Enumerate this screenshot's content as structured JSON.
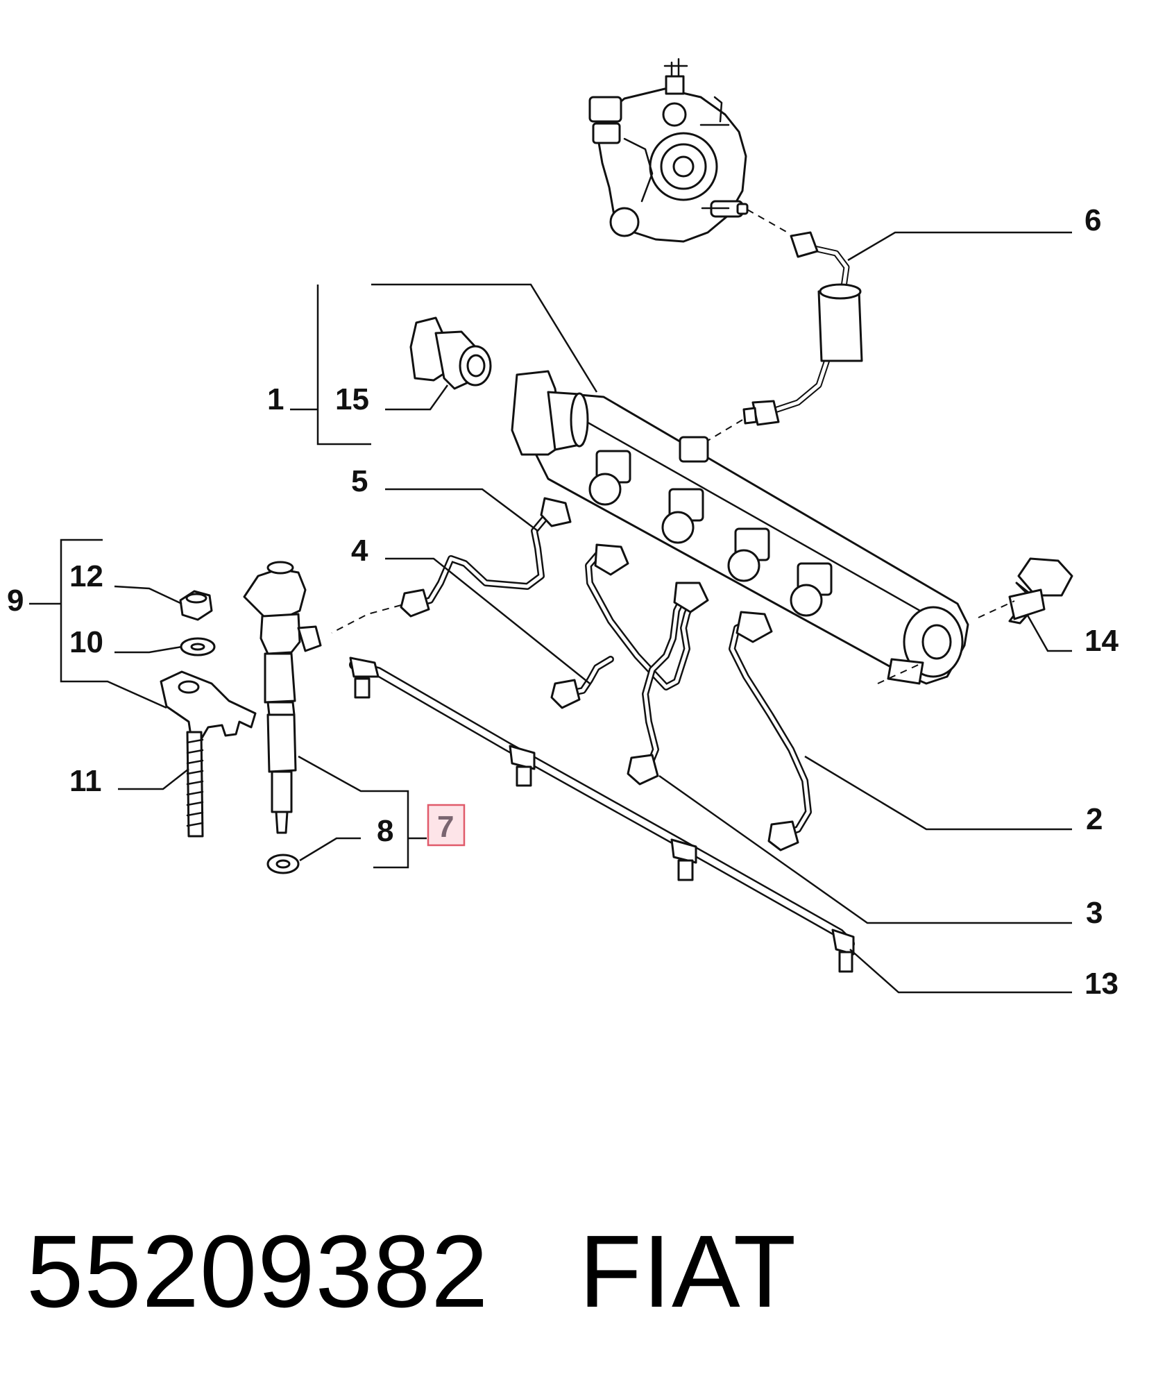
{
  "colors": {
    "line": "#111111",
    "highlight_border": "#e05a6a",
    "highlight_fill": "#fde4e8",
    "highlight_text": "#7a6570"
  },
  "callouts": {
    "c1": "1",
    "c2": "2",
    "c3": "3",
    "c4": "4",
    "c5": "5",
    "c6": "6",
    "c7": "7",
    "c8": "8",
    "c9": "9",
    "c10": "10",
    "c11": "11",
    "c12": "12",
    "c13": "13",
    "c14": "14",
    "c15": "15"
  },
  "highlighted_callout": "7",
  "caption": {
    "part_number": "55209382",
    "brand": "FIAT"
  }
}
